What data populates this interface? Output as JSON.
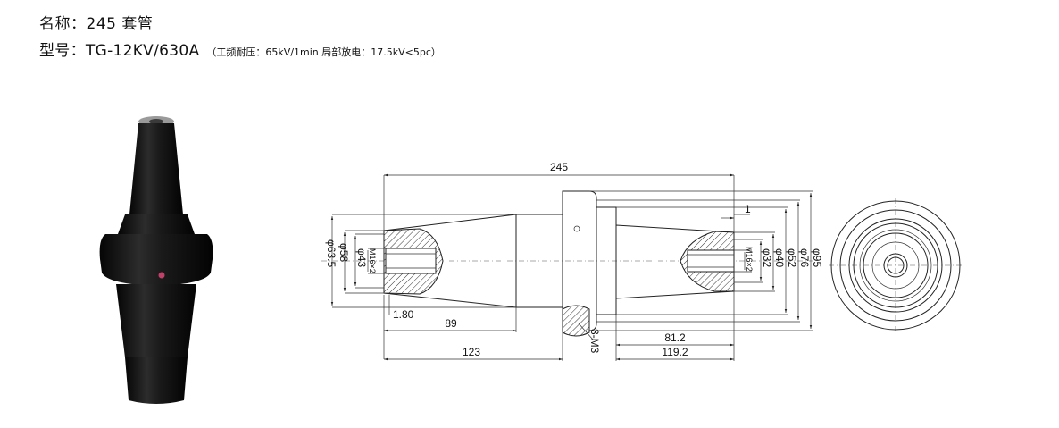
{
  "header": {
    "name_label": "名称：",
    "name_value": "245 套管",
    "model_label": "型号：",
    "model_value": "TG-12KV/630A",
    "spec_note": "（工频耐压：65kV/1min 局部放电：17.5kV<5pc）"
  },
  "dimensions": {
    "total_length": "245",
    "left_cone_length": "89",
    "left_section_length": "123",
    "left_offset": "1.80",
    "right_cone_length": "81.2",
    "right_section_length": "119.2",
    "right_offset": "1",
    "screw_holes": "3-M3",
    "left_thread": "M16×2",
    "right_thread": "M16×2",
    "left_d1": "φ43",
    "left_d2": "φ58",
    "left_d3": "φ63.5",
    "right_d1": "φ32",
    "right_d2": "φ40",
    "right_d3": "φ52",
    "right_d4": "φ76",
    "right_d5": "φ95"
  },
  "colors": {
    "product_body": "#151515",
    "hatch": "#333333",
    "line": "#222222"
  }
}
